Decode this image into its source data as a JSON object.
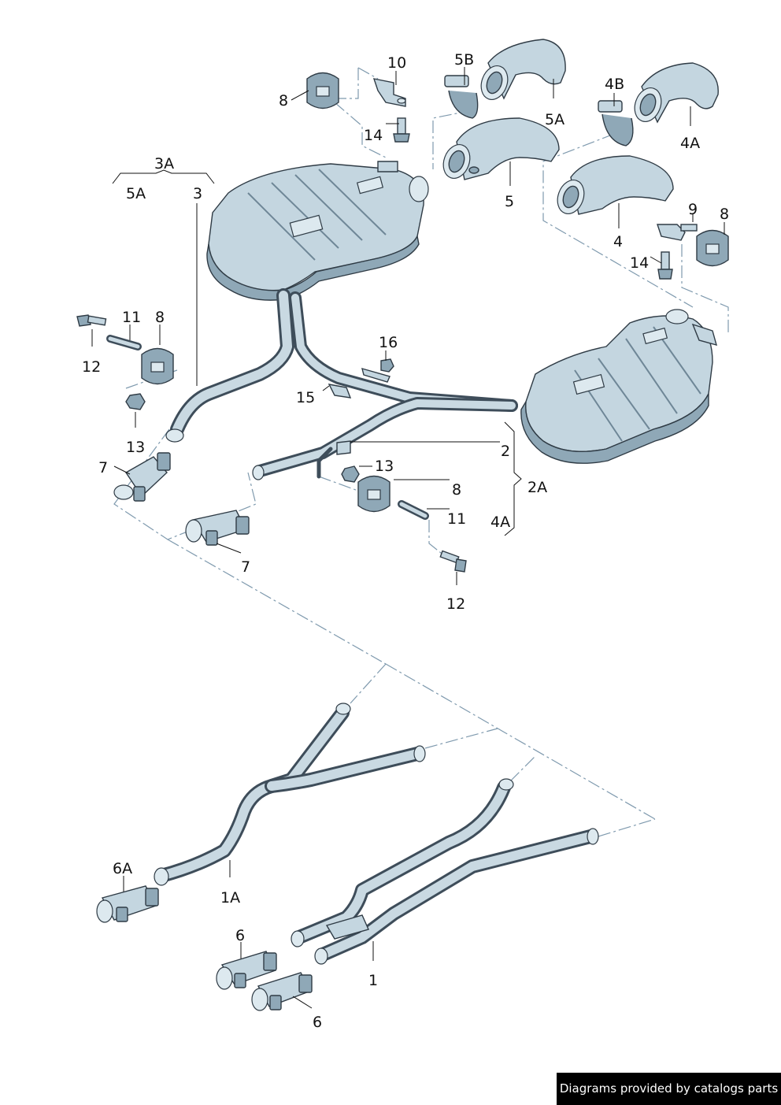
{
  "labels": {
    "l_3A": "3A",
    "l_5A_left": "5A",
    "l_3": "3",
    "l_8_top": "8",
    "l_10": "10",
    "l_14_top": "14",
    "l_5B": "5B",
    "l_5A_right": "5A",
    "l_5": "5",
    "l_4B": "4B",
    "l_4A_top": "4A",
    "l_4": "4",
    "l_9": "9",
    "l_8_right": "8",
    "l_14_right": "14",
    "l_11_left": "11",
    "l_8_left": "8",
    "l_12_left": "12",
    "l_13_left": "13",
    "l_16": "16",
    "l_15": "15",
    "l_7_left": "7",
    "l_2": "2",
    "l_2A": "2A",
    "l_13_mid": "13",
    "l_8_mid": "8",
    "l_11_mid": "11",
    "l_4A_mid": "4A",
    "l_7_mid": "7",
    "l_12_mid": "12",
    "l_6A": "6A",
    "l_1A": "1A",
    "l_6_top": "6",
    "l_1": "1",
    "l_6_bottom": "6"
  },
  "footer": {
    "text": "Diagrams provided by catalogs parts"
  }
}
